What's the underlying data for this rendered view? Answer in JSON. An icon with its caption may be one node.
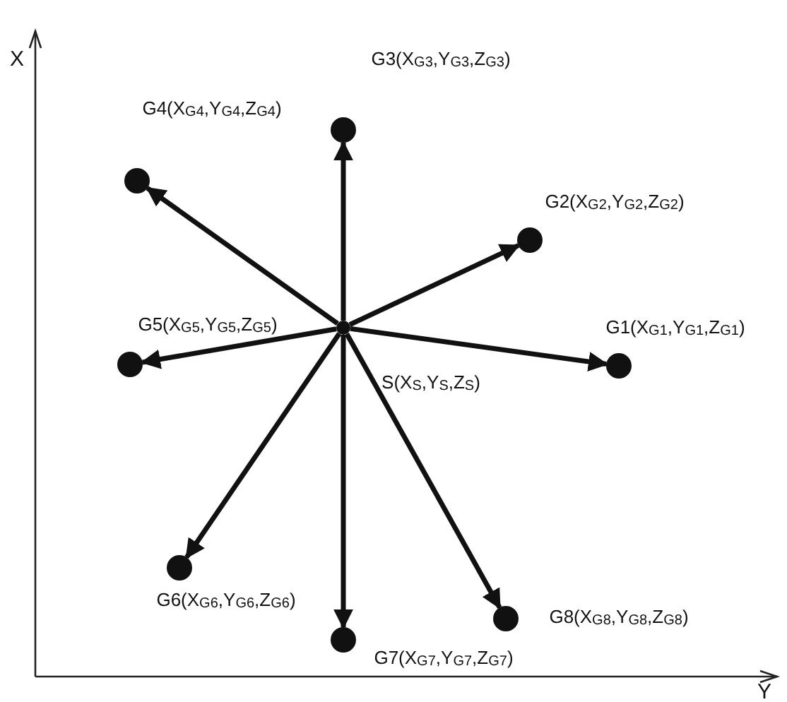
{
  "diagram": {
    "nodes": [
      {
        "text": [],
        "shape": "circle",
        "beside": [
          "S(X$_{S}$,Y$_{S}$,Z$_{S}$)"
        ]
      },
      {
        "text": [],
        "shape": "circle",
        "beside": [
          "G1(X$_{G1}$,Y$_{G1}$,Z$_{G1}$)"
        ]
      },
      {
        "text": [],
        "shape": "circle",
        "beside": [
          "G2(X$_{G2}$,Y$_{G2}$,Z$_{G2}$)"
        ]
      },
      {
        "text": [],
        "shape": "circle",
        "beside": [
          "G3(X$_{G3}$,Y$_{G3}$,Z$_{G3}$)"
        ]
      },
      {
        "text": [],
        "shape": "circle",
        "beside": [
          "G4(X$_{G4}$,Y$_{G4}$,Z$_{G4}$)"
        ]
      },
      {
        "text": [],
        "shape": "circle",
        "beside": [
          "G5(X$_{G5}$,Y$_{G5}$,Z$_{G5}$)"
        ]
      },
      {
        "text": [],
        "shape": "circle",
        "beside": [
          "G6(X$_{G6}$,Y$_{G6}$,Z$_{G6}$)"
        ]
      },
      {
        "text": [],
        "shape": "circle",
        "beside": [
          "G7(X$_{G7}$,Y$_{G7}$,Z$_{G7}$)"
        ]
      },
      {
        "text": [],
        "shape": "circle",
        "beside": [
          "G8(X$_{G8}$,Y$_{G8}$,Z$_{G8}$)"
        ]
      }
    ],
    "edges": [
      {
        "from": 0,
        "to": 1,
        "arrow": "to"
      },
      {
        "from": 0,
        "to": 2,
        "arrow": "to"
      },
      {
        "from": 0,
        "to": 3,
        "arrow": "to"
      },
      {
        "from": 0,
        "to": 4,
        "arrow": "to"
      },
      {
        "from": 0,
        "to": 5,
        "arrow": "to"
      },
      {
        "from": 0,
        "to": 6,
        "arrow": "to"
      },
      {
        "from": 0,
        "to": 7,
        "arrow": "to"
      },
      {
        "from": 0,
        "to": 8,
        "arrow": "to"
      }
    ],
    "labels": [
      "X",
      "Y"
    ]
  }
}
